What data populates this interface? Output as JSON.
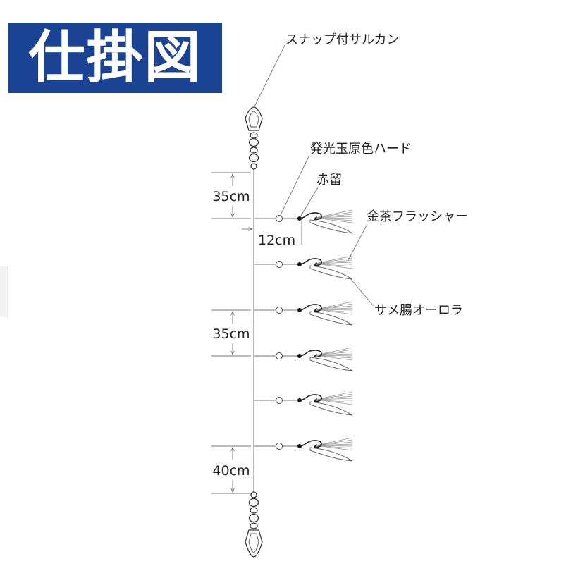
{
  "title": "仕掛図",
  "labels": {
    "snap_swivel": "スナップ付サルカン",
    "luminous_bead": "発光玉原色ハード",
    "red_stopper": "赤留",
    "flasher": "金茶フラッシャー",
    "shark_skin": "サメ腸オーロラ"
  },
  "dimensions": {
    "top_spacing": "35cm",
    "branch_length": "12cm",
    "mid_spacing": "35cm",
    "bottom_spacing": "40cm"
  },
  "colors": {
    "banner": "#1b4394",
    "banner_text": "#ffffff",
    "line": "#8a8a8a"
  }
}
